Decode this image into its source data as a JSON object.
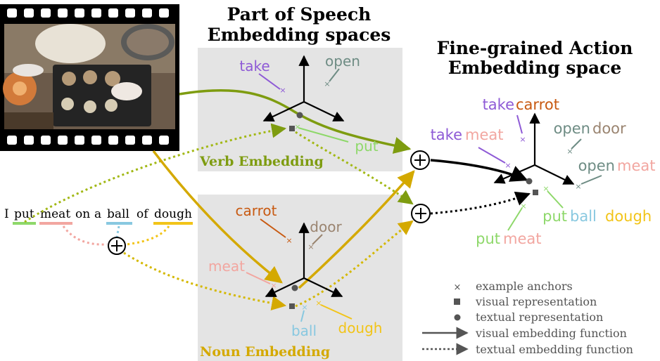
{
  "titles": {
    "pos_line1": "Part of Speech",
    "pos_line2": "Embedding spaces",
    "action_line1": "Fine-grained Action",
    "action_line2": "Embedding space"
  },
  "panels": {
    "verb_label": "Verb Embedding",
    "noun_label": "Noun Embedding"
  },
  "sentence": {
    "words": [
      "I",
      "put",
      "meat",
      "on",
      "a",
      "ball",
      "of",
      "dough"
    ]
  },
  "verb_space": {
    "anchors": [
      "take",
      "open",
      "put"
    ]
  },
  "noun_space": {
    "anchors": [
      "carrot",
      "door",
      "meat",
      "ball",
      "dough"
    ]
  },
  "action_space": {
    "anchors": [
      {
        "verb": "take",
        "noun": "carrot"
      },
      {
        "verb": "take",
        "noun": "meat"
      },
      {
        "verb": "open",
        "noun": "door"
      },
      {
        "verb": "open",
        "noun": "meat"
      },
      {
        "verb": "put",
        "noun": "ball dough"
      },
      {
        "verb": "put",
        "noun": "meat"
      }
    ]
  },
  "legend": {
    "items": [
      "example anchors",
      "visual representation",
      "textual representation",
      "visual embedding function",
      "textual embedding function"
    ]
  },
  "colors": {
    "verb_green": "#7e9c10",
    "noun_gold": "#d4a900",
    "panel_bg": "#e4e4e4",
    "take": "#8e5ad6",
    "open": "#6e8c84",
    "put": "#8ed86a",
    "carrot": "#c85a12",
    "door": "#9a8470",
    "meat": "#f2a6a0",
    "ball": "#88c8e0",
    "dough": "#f2c418"
  },
  "icons": [
    "combine-plus-icon",
    "video-filmstrip-icon",
    "axes-3d-icon",
    "anchor-x-icon"
  ]
}
